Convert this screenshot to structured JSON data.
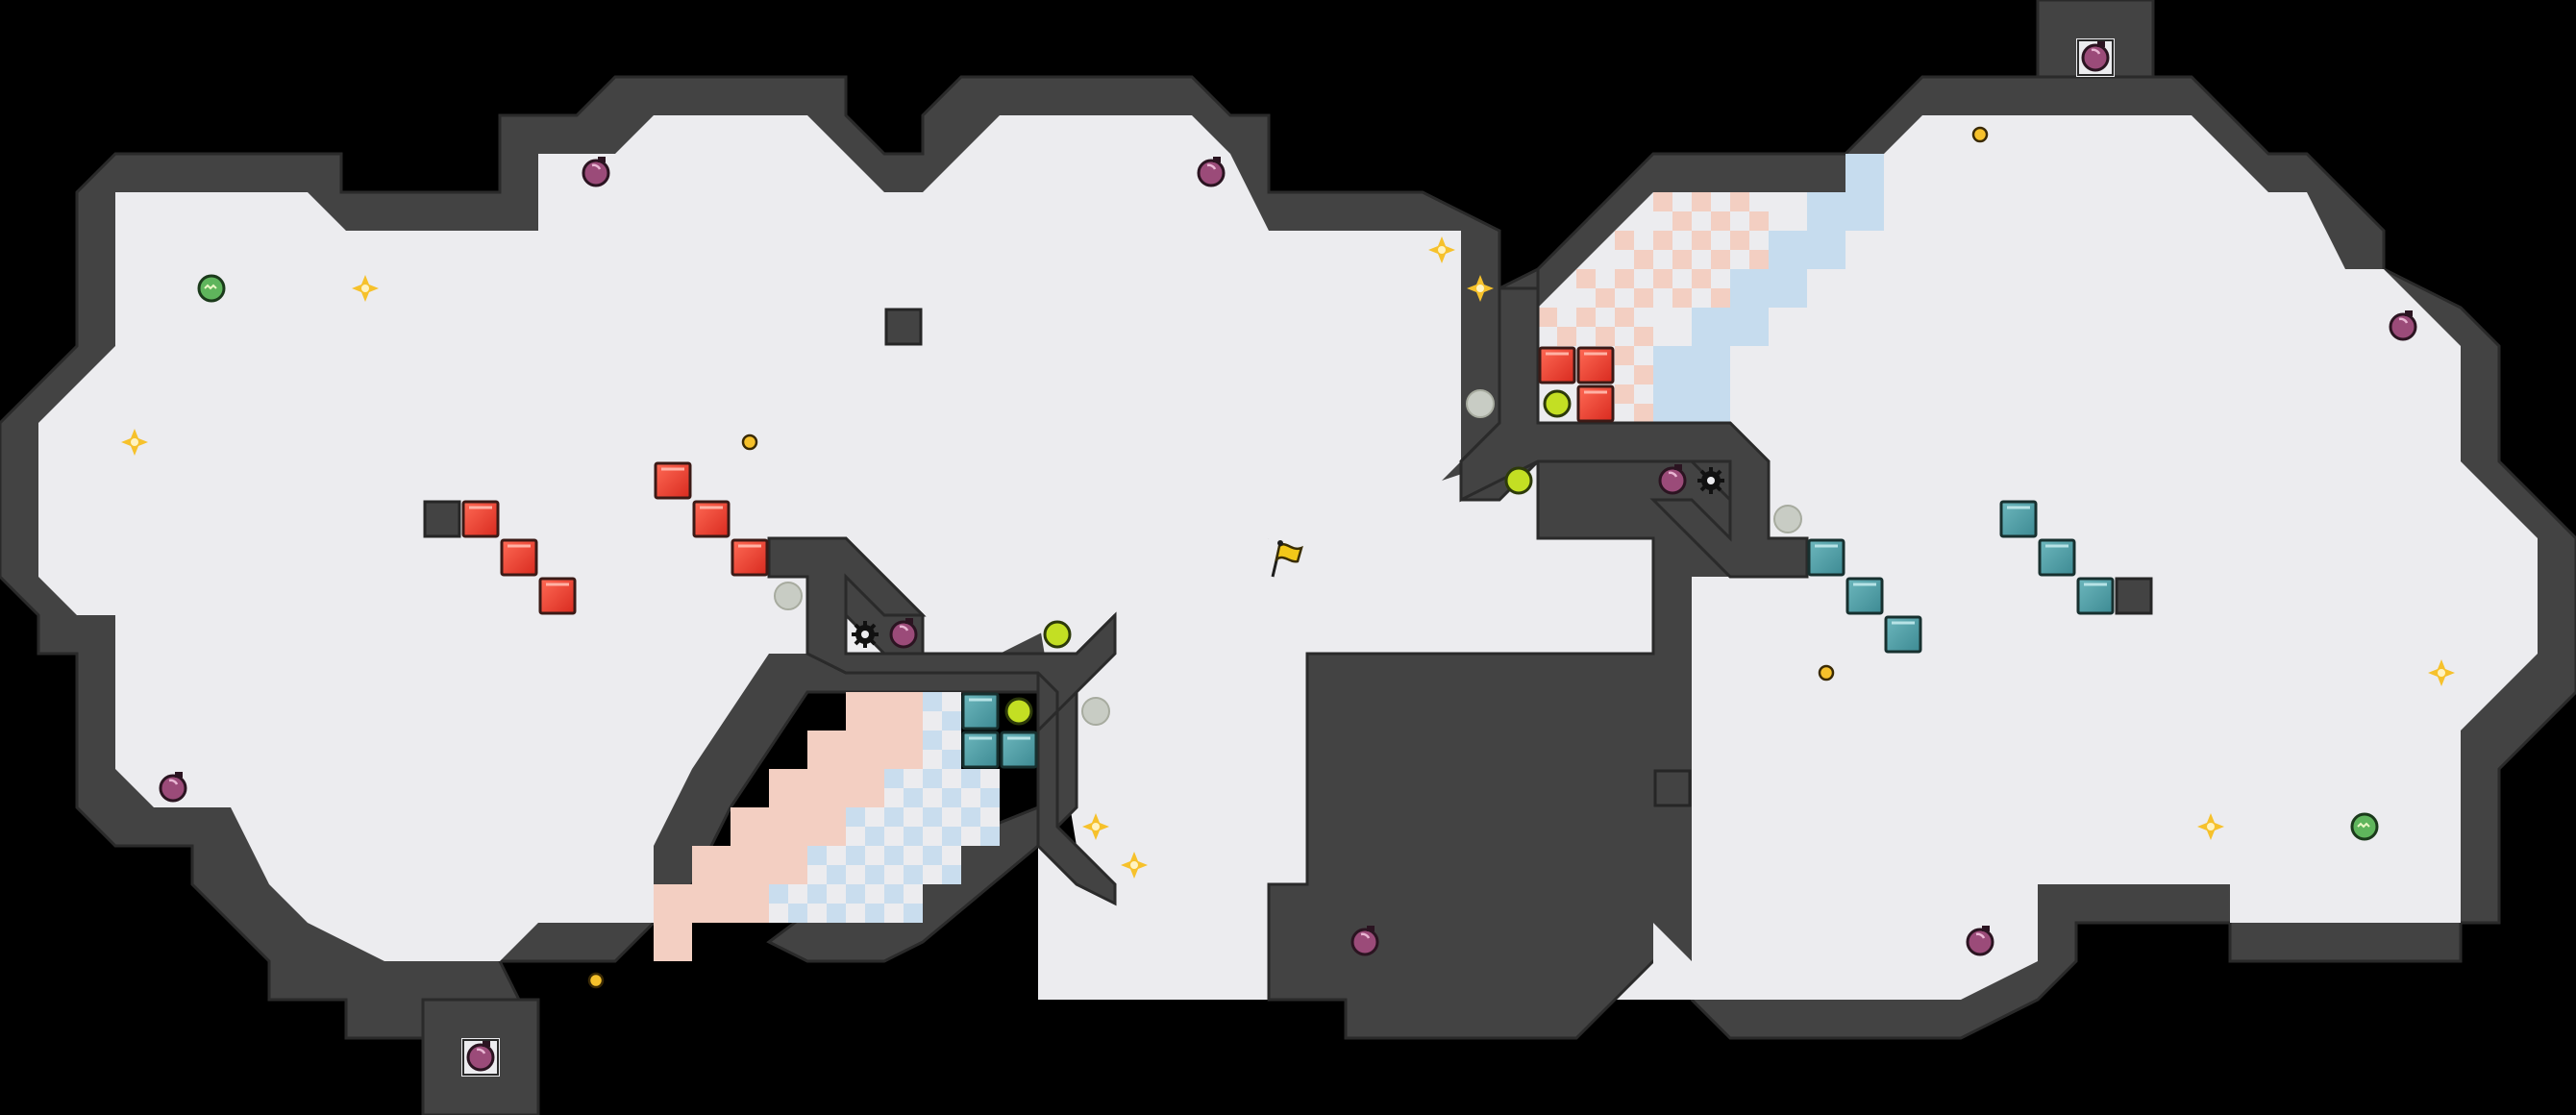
{
  "level": {
    "colors": {
      "background": "#000000",
      "wall": "#434343",
      "floor": "#ececef",
      "grid_line": "#d4d4d8",
      "red_block": "#e8352b",
      "teal_block": "#4c9da5",
      "red_zone": "#f3cfc2",
      "blue_zone": "#c6dcee",
      "lime_orb": "#c3df23",
      "ghost_orb": "#c8ccc4",
      "potion": "#9b4b79",
      "coin": "#f6c12b",
      "flag": "#f2c819"
    },
    "entities": {
      "player": "flag-icon",
      "red_blocks": "pushable-red-block",
      "teal_blocks": "pushable-teal-block",
      "potions": "potion-flask-icon",
      "lime_orbs": "lime-orb",
      "ghost_orbs": "faded-orb",
      "gears": "spiked-gear-icon",
      "sparkles": "gold-sparkle-icon",
      "coins": "gold-coin",
      "slimes": "green-slime-icon",
      "exits": "exit-door-icon"
    }
  }
}
